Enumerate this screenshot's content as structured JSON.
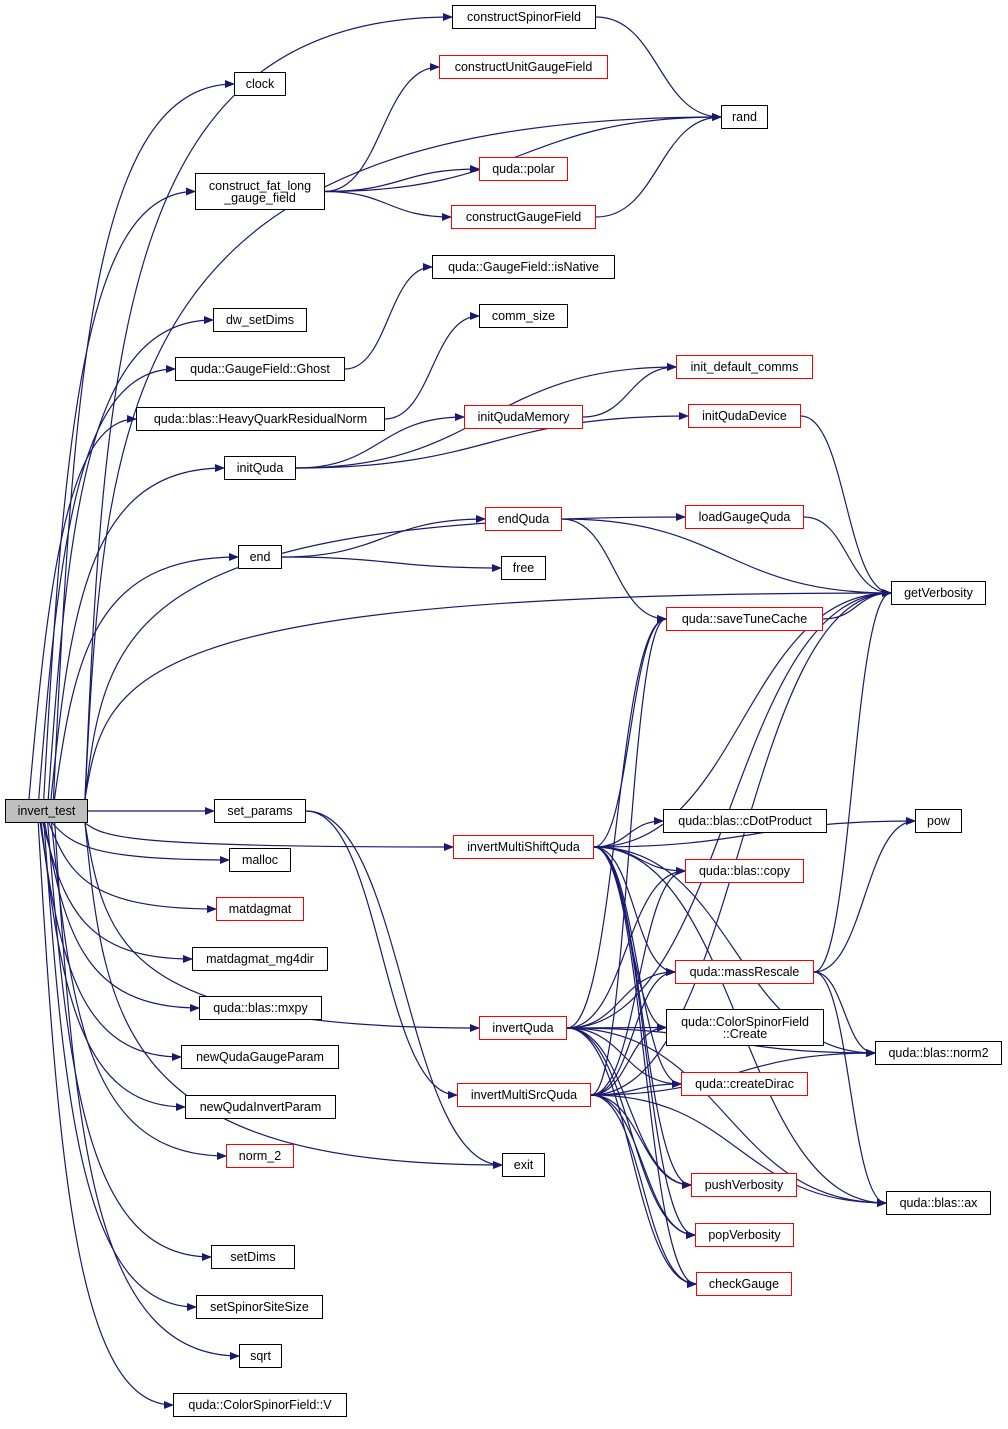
{
  "colors": {
    "edge": "#191970",
    "node_border": "#000000",
    "node_border_undocumented": "#ff0000",
    "root_fill": "#bfbfbf"
  },
  "nodes": {
    "invert_test": {
      "label": "invert_test",
      "style": "root"
    },
    "constructSpinorField": {
      "label": "constructSpinorField",
      "style": "black"
    },
    "clock": {
      "label": "clock",
      "style": "black"
    },
    "constructUnitGaugeField": {
      "label": "constructUnitGaugeField",
      "style": "red"
    },
    "rand": {
      "label": "rand",
      "style": "black"
    },
    "polar": {
      "label": "quda::polar",
      "style": "red"
    },
    "construct_fat_long": {
      "label": "construct_fat_long\n_gauge_field",
      "style": "black"
    },
    "constructGaugeField": {
      "label": "constructGaugeField",
      "style": "red"
    },
    "isNative": {
      "label": "quda::GaugeField::isNative",
      "style": "black"
    },
    "dw_setDims": {
      "label": "dw_setDims",
      "style": "black"
    },
    "comm_size": {
      "label": "comm_size",
      "style": "black"
    },
    "Ghost": {
      "label": "quda::GaugeField::Ghost",
      "style": "black"
    },
    "init_default_comms": {
      "label": "init_default_comms",
      "style": "red"
    },
    "HeavyQuarkResidualNorm": {
      "label": "quda::blas::HeavyQuarkResidualNorm",
      "style": "black"
    },
    "initQudaMemory": {
      "label": "initQudaMemory",
      "style": "red"
    },
    "initQudaDevice": {
      "label": "initQudaDevice",
      "style": "red"
    },
    "initQuda": {
      "label": "initQuda",
      "style": "black"
    },
    "endQuda": {
      "label": "endQuda",
      "style": "red"
    },
    "loadGaugeQuda": {
      "label": "loadGaugeQuda",
      "style": "red"
    },
    "end": {
      "label": "end",
      "style": "black"
    },
    "free": {
      "label": "free",
      "style": "black"
    },
    "getVerbosity": {
      "label": "getVerbosity",
      "style": "black"
    },
    "saveTuneCache": {
      "label": "quda::saveTuneCache",
      "style": "red"
    },
    "pow": {
      "label": "pow",
      "style": "black"
    },
    "set_params": {
      "label": "set_params",
      "style": "black"
    },
    "cDotProduct": {
      "label": "quda::blas::cDotProduct",
      "style": "black"
    },
    "invertMultiShiftQuda": {
      "label": "invertMultiShiftQuda",
      "style": "red"
    },
    "malloc": {
      "label": "malloc",
      "style": "black"
    },
    "copy": {
      "label": "quda::blas::copy",
      "style": "red"
    },
    "matdagmat": {
      "label": "matdagmat",
      "style": "red"
    },
    "matdagmat_mg4dir": {
      "label": "matdagmat_mg4dir",
      "style": "black"
    },
    "massRescale": {
      "label": "quda::massRescale",
      "style": "red"
    },
    "mxpy": {
      "label": "quda::blas::mxpy",
      "style": "black"
    },
    "invertQuda": {
      "label": "invertQuda",
      "style": "red"
    },
    "Create": {
      "label": "quda::ColorSpinorField\n::Create",
      "style": "black"
    },
    "newQudaGaugeParam": {
      "label": "newQudaGaugeParam",
      "style": "black"
    },
    "norm2": {
      "label": "quda::blas::norm2",
      "style": "black"
    },
    "createDirac": {
      "label": "quda::createDirac",
      "style": "red"
    },
    "invertMultiSrcQuda": {
      "label": "invertMultiSrcQuda",
      "style": "red"
    },
    "newQudaInvertParam": {
      "label": "newQudaInvertParam",
      "style": "black"
    },
    "norm_2": {
      "label": "norm_2",
      "style": "red"
    },
    "exit": {
      "label": "exit",
      "style": "black"
    },
    "pushVerbosity": {
      "label": "pushVerbosity",
      "style": "red"
    },
    "ax": {
      "label": "quda::blas::ax",
      "style": "black"
    },
    "popVerbosity": {
      "label": "popVerbosity",
      "style": "red"
    },
    "setDims": {
      "label": "setDims",
      "style": "black"
    },
    "checkGauge": {
      "label": "checkGauge",
      "style": "red"
    },
    "setSpinorSiteSize": {
      "label": "setSpinorSiteSize",
      "style": "black"
    },
    "sqrt": {
      "label": "sqrt",
      "style": "black"
    },
    "V": {
      "label": "quda::ColorSpinorField::V",
      "style": "black"
    }
  },
  "edges": [
    [
      "invert_test",
      "clock"
    ],
    [
      "invert_test",
      "constructSpinorField"
    ],
    [
      "invert_test",
      "rand"
    ],
    [
      "invert_test",
      "construct_fat_long"
    ],
    [
      "invert_test",
      "dw_setDims"
    ],
    [
      "invert_test",
      "Ghost"
    ],
    [
      "invert_test",
      "HeavyQuarkResidualNorm"
    ],
    [
      "invert_test",
      "initQuda"
    ],
    [
      "invert_test",
      "end"
    ],
    [
      "invert_test",
      "getVerbosity"
    ],
    [
      "invert_test",
      "loadGaugeQuda"
    ],
    [
      "invert_test",
      "invertMultiShiftQuda"
    ],
    [
      "invert_test",
      "invertQuda"
    ],
    [
      "invert_test",
      "set_params"
    ],
    [
      "invert_test",
      "malloc"
    ],
    [
      "invert_test",
      "matdagmat"
    ],
    [
      "invert_test",
      "matdagmat_mg4dir"
    ],
    [
      "invert_test",
      "mxpy"
    ],
    [
      "invert_test",
      "newQudaGaugeParam"
    ],
    [
      "invert_test",
      "newQudaInvertParam"
    ],
    [
      "invert_test",
      "norm_2"
    ],
    [
      "invert_test",
      "exit"
    ],
    [
      "invert_test",
      "setDims"
    ],
    [
      "invert_test",
      "setSpinorSiteSize"
    ],
    [
      "invert_test",
      "sqrt"
    ],
    [
      "invert_test",
      "V"
    ],
    [
      "set_params",
      "invertMultiSrcQuda"
    ],
    [
      "set_params",
      "exit"
    ],
    [
      "constructSpinorField",
      "rand"
    ],
    [
      "construct_fat_long",
      "constructUnitGaugeField"
    ],
    [
      "construct_fat_long",
      "rand"
    ],
    [
      "construct_fat_long",
      "polar"
    ],
    [
      "construct_fat_long",
      "constructGaugeField"
    ],
    [
      "constructGaugeField",
      "rand"
    ],
    [
      "Ghost",
      "isNative"
    ],
    [
      "HeavyQuarkResidualNorm",
      "comm_size"
    ],
    [
      "initQuda",
      "init_default_comms"
    ],
    [
      "initQuda",
      "initQudaMemory"
    ],
    [
      "initQuda",
      "initQudaDevice"
    ],
    [
      "initQudaMemory",
      "init_default_comms"
    ],
    [
      "initQudaDevice",
      "getVerbosity"
    ],
    [
      "end",
      "endQuda"
    ],
    [
      "end",
      "free"
    ],
    [
      "endQuda",
      "getVerbosity"
    ],
    [
      "endQuda",
      "saveTuneCache"
    ],
    [
      "loadGaugeQuda",
      "getVerbosity"
    ],
    [
      "saveTuneCache",
      "getVerbosity"
    ],
    [
      "invertMultiShiftQuda",
      "getVerbosity"
    ],
    [
      "invertMultiShiftQuda",
      "saveTuneCache"
    ],
    [
      "invertMultiShiftQuda",
      "pow"
    ],
    [
      "invertMultiShiftQuda",
      "cDotProduct"
    ],
    [
      "invertMultiShiftQuda",
      "copy"
    ],
    [
      "invertMultiShiftQuda",
      "massRescale"
    ],
    [
      "invertMultiShiftQuda",
      "Create"
    ],
    [
      "invertMultiShiftQuda",
      "norm2"
    ],
    [
      "invertMultiShiftQuda",
      "createDirac"
    ],
    [
      "invertMultiShiftQuda",
      "pushVerbosity"
    ],
    [
      "invertMultiShiftQuda",
      "popVerbosity"
    ],
    [
      "invertMultiShiftQuda",
      "checkGauge"
    ],
    [
      "invertMultiShiftQuda",
      "ax"
    ],
    [
      "invertQuda",
      "saveTuneCache"
    ],
    [
      "invertQuda",
      "getVerbosity"
    ],
    [
      "invertQuda",
      "copy"
    ],
    [
      "invertQuda",
      "massRescale"
    ],
    [
      "invertQuda",
      "Create"
    ],
    [
      "invertQuda",
      "createDirac"
    ],
    [
      "invertQuda",
      "norm2"
    ],
    [
      "invertQuda",
      "pushVerbosity"
    ],
    [
      "invertQuda",
      "popVerbosity"
    ],
    [
      "invertQuda",
      "checkGauge"
    ],
    [
      "invertQuda",
      "ax"
    ],
    [
      "invertMultiSrcQuda",
      "saveTuneCache"
    ],
    [
      "invertMultiSrcQuda",
      "getVerbosity"
    ],
    [
      "invertMultiSrcQuda",
      "copy"
    ],
    [
      "invertMultiSrcQuda",
      "massRescale"
    ],
    [
      "invertMultiSrcQuda",
      "Create"
    ],
    [
      "invertMultiSrcQuda",
      "createDirac"
    ],
    [
      "invertMultiSrcQuda",
      "pushVerbosity"
    ],
    [
      "invertMultiSrcQuda",
      "popVerbosity"
    ],
    [
      "invertMultiSrcQuda",
      "checkGauge"
    ],
    [
      "invertMultiSrcQuda",
      "norm2"
    ],
    [
      "invertMultiSrcQuda",
      "ax"
    ],
    [
      "massRescale",
      "getVerbosity"
    ],
    [
      "massRescale",
      "pow"
    ],
    [
      "massRescale",
      "norm2"
    ],
    [
      "massRescale",
      "ax"
    ]
  ]
}
